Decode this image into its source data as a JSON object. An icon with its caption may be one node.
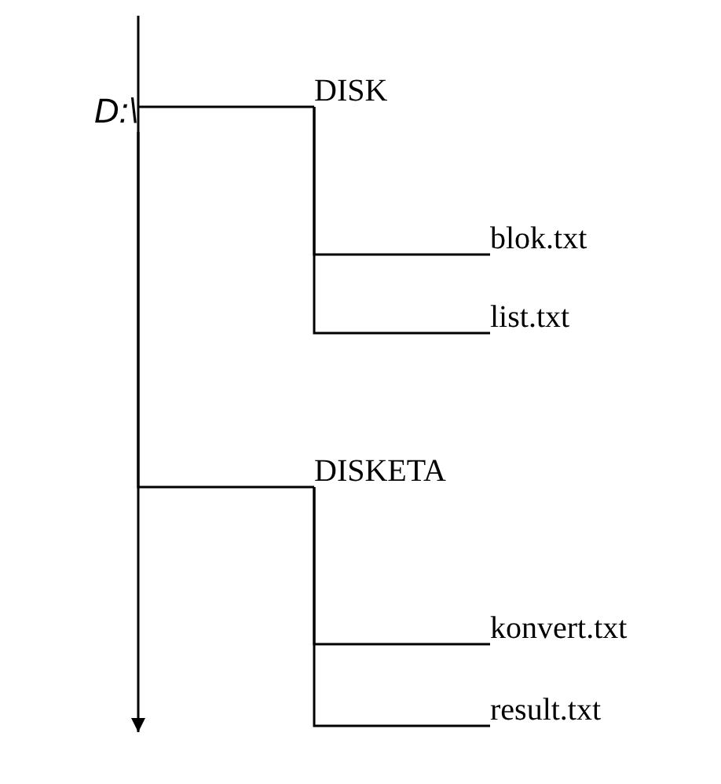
{
  "diagram": {
    "nodes": [
      {
        "text": [
          "D:\\"
        ]
      },
      {
        "text": [
          "DISK"
        ]
      },
      {
        "text": [
          "blok.txt"
        ]
      },
      {
        "text": [
          "list.txt"
        ]
      },
      {
        "text": [
          "DISKETA"
        ]
      },
      {
        "text": [
          "konvert.txt"
        ]
      },
      {
        "text": [
          "result.txt"
        ]
      }
    ],
    "edges": [
      {
        "from": 0,
        "to": 1,
        "arrow": "none"
      },
      {
        "from": 1,
        "to": 2,
        "arrow": "none"
      },
      {
        "from": 1,
        "to": 3,
        "arrow": "none"
      },
      {
        "from": 0,
        "to": 4,
        "arrow": "none"
      },
      {
        "from": 4,
        "to": 5,
        "arrow": "none"
      },
      {
        "from": 4,
        "to": 6,
        "arrow": "none"
      }
    ]
  }
}
